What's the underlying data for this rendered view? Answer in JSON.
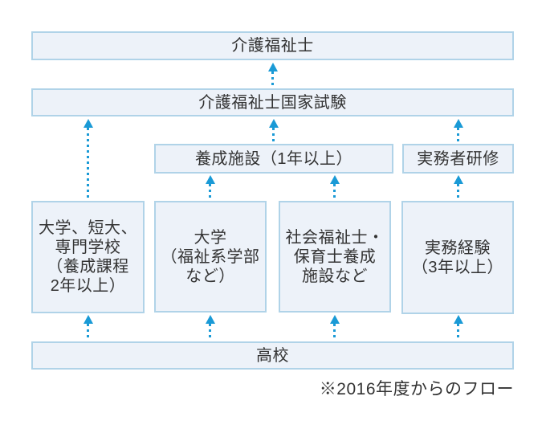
{
  "diagram": {
    "footnote": "※2016年度からのフロー",
    "colors": {
      "background": "#FFFFFF",
      "box_fill": "#EDF2F9",
      "box_border": "#B0D3E8",
      "arrow": "#1A9AD6",
      "text": "#333333"
    },
    "nodes": {
      "care_worker": "介護福祉士",
      "national_exam": "介護福祉士国家試験",
      "training_facility": "養成施設（1年以上）",
      "practical_training": "実務者研修",
      "univ_college_vocational": "大学、短大、\n専門学校\n（養成課程\n2年以上）",
      "university_welfare": "大学\n（福祉系学部\nなど）",
      "social_childcare_training": "社会福祉士・\n保育士養成\n施設など",
      "work_experience": "実務経験\n（3年以上）",
      "high_school": "高校"
    },
    "edges": [
      {
        "from": "national_exam",
        "to": "care_worker"
      },
      {
        "from": "univ_college_vocational",
        "to": "national_exam"
      },
      {
        "from": "training_facility",
        "to": "national_exam"
      },
      {
        "from": "practical_training",
        "to": "national_exam"
      },
      {
        "from": "university_welfare",
        "to": "training_facility"
      },
      {
        "from": "social_childcare_training",
        "to": "training_facility"
      },
      {
        "from": "work_experience",
        "to": "practical_training"
      },
      {
        "from": "high_school",
        "to": "univ_college_vocational"
      },
      {
        "from": "high_school",
        "to": "university_welfare"
      },
      {
        "from": "high_school",
        "to": "social_childcare_training"
      },
      {
        "from": "high_school",
        "to": "work_experience"
      }
    ]
  }
}
